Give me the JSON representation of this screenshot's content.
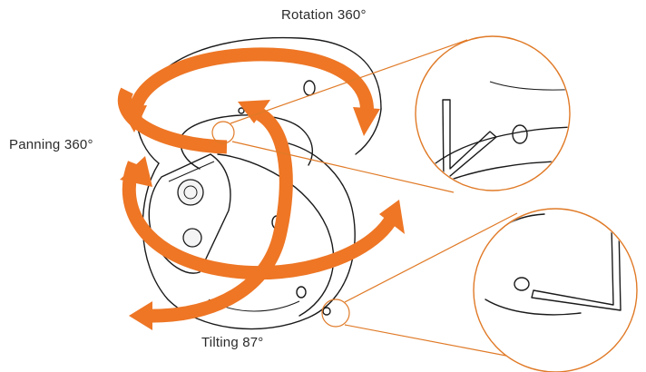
{
  "labels": {
    "rotation": "Rotation 360°",
    "panning": "Panning 360°",
    "tilting": "Tilting 87°"
  },
  "colors": {
    "arrow": "#ee7625",
    "callout_outline": "#e07a27",
    "line_art": "#1a1a1a",
    "label_text": "#2b2b2b"
  }
}
